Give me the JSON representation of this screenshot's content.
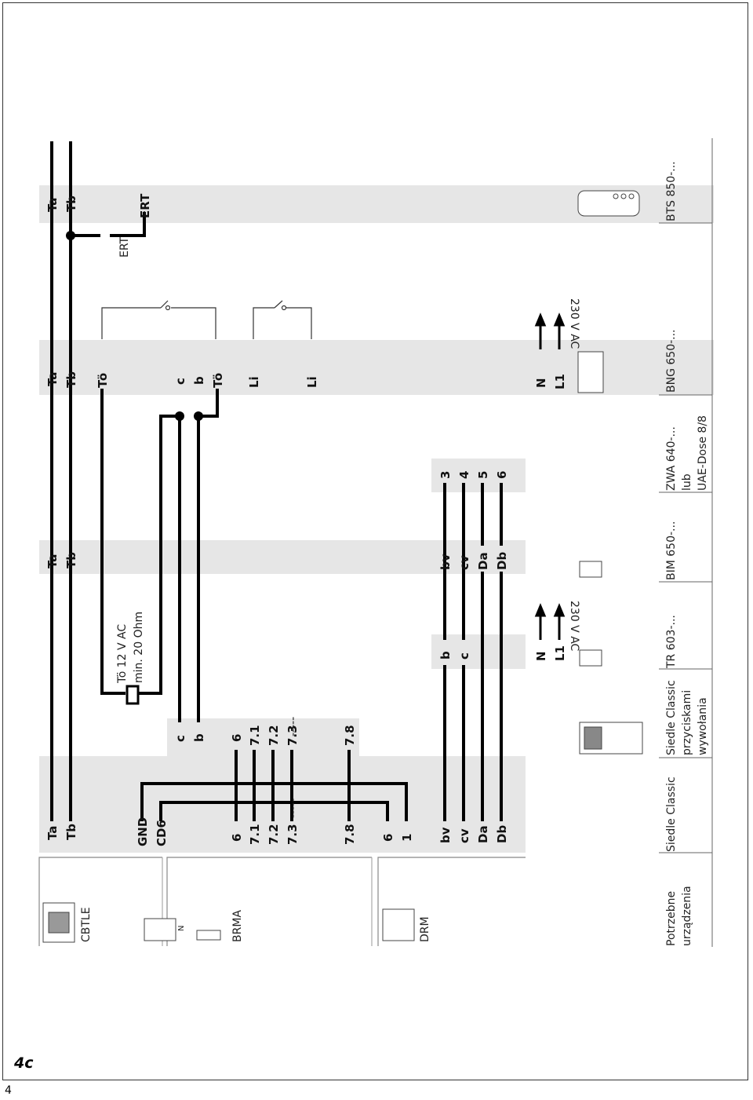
{
  "page": {
    "page_number": "4",
    "section_tag": "4c"
  },
  "devices": {
    "cbtle": "CBTLE",
    "brma": "BRMA",
    "brma_n": "N",
    "drm": "DRM"
  },
  "footer": {
    "col1": [
      "Potrzebne",
      "urządzenia"
    ],
    "col2": "Siedle Classic",
    "col3": [
      "Siedle Classic",
      "przyciskami",
      "wywołania"
    ],
    "col4": "TR 603-...",
    "col5": "BIM 650-...",
    "col6": [
      "ZWA 640-...",
      "lub",
      "UAE-Dose 8/8"
    ],
    "col7": "BNG 650-...",
    "col8": "BTS 850-..."
  },
  "terminals": {
    "block1_top": [
      "Ta",
      "Tb"
    ],
    "block1_gnd": [
      "GND",
      "CD6"
    ],
    "block1_mid": [
      "6",
      "7.1",
      "7.2",
      "7.3",
      "7.8",
      "6",
      "1"
    ],
    "block1_bot": [
      "bv",
      "cv",
      "Da",
      "Db"
    ],
    "block2_top": [
      "c",
      "b"
    ],
    "block2_mid": [
      "6",
      "7.1",
      "7.2",
      "7.3",
      "7.8"
    ],
    "tr_top": [
      "b",
      "c"
    ],
    "tr_power": [
      "N",
      "L1"
    ],
    "bim_top": [
      "Ta",
      "Tb"
    ],
    "bim_bot": [
      "bv",
      "cv",
      "Da",
      "Db"
    ],
    "zwa": [
      "3",
      "4",
      "5",
      "6"
    ],
    "bng_top": [
      "Ta",
      "Tb",
      "Tö"
    ],
    "bng_mid": [
      "c",
      "b",
      "Tö"
    ],
    "bng_li": [
      "Li",
      "Li"
    ],
    "bng_power": [
      "N",
      "L1"
    ],
    "bts_top": [
      "Ta",
      "Tb",
      "ERT"
    ]
  },
  "labels": {
    "to_supply": "Tö 12 V AC",
    "min_ohm": "min. 20 Ohm",
    "voltage_1": "230 V AC",
    "voltage_2": "230 V AC",
    "ert": "ERT",
    "dashes": "-----"
  }
}
